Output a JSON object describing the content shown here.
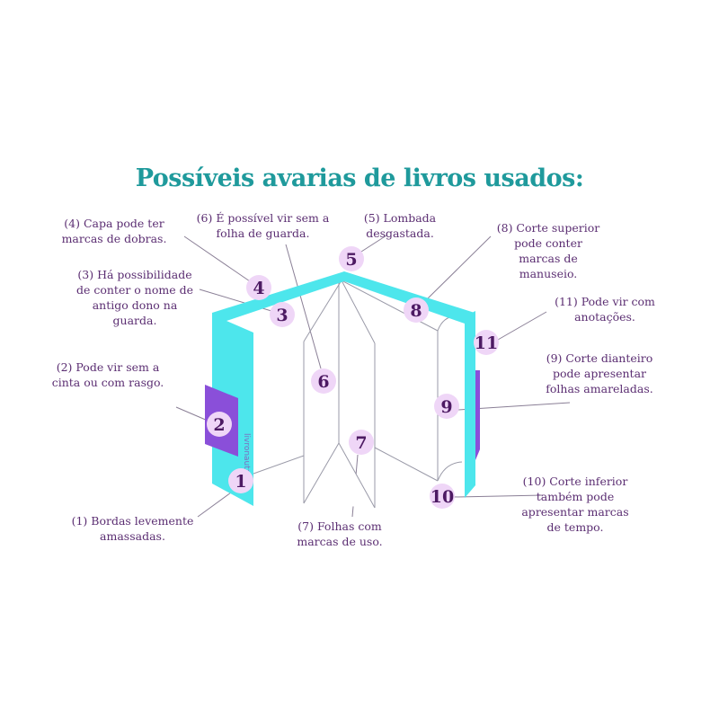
{
  "title": "Possíveis avarias  de  livros usados:",
  "logo_text": "livronauta",
  "colors": {
    "title": "#1f9a9c",
    "text": "#5b2e72",
    "cover": "#4de6ec",
    "band": "#8a4fd9",
    "badge": "#efd6f7",
    "badge_text": "#4d1a63"
  },
  "notes": [
    {
      "id": "1",
      "text": "(1) Bordas levemente\namassadas."
    },
    {
      "id": "2",
      "text": "(2) Pode vir sem a\ncinta ou com rasgo."
    },
    {
      "id": "3",
      "text": "(3) Há possibilidade\nde conter o nome de\nantigo dono na\nguarda."
    },
    {
      "id": "4",
      "text": "(4) Capa pode ter\nmarcas de dobras."
    },
    {
      "id": "5",
      "text": "(5) Lombada\ndesgastada."
    },
    {
      "id": "6",
      "text": "(6) É possível vir sem a\nfolha de guarda."
    },
    {
      "id": "7",
      "text": "(7) Folhas com\nmarcas de uso."
    },
    {
      "id": "8",
      "text": "(8) Corte superior\npode conter\nmarcas de\nmanuseio."
    },
    {
      "id": "9",
      "text": "(9) Corte dianteiro\npode apresentar\nfolhas amareladas."
    },
    {
      "id": "10",
      "text": "(10) Corte inferior\ntambém pode\napresentar marcas\nde tempo."
    },
    {
      "id": "11",
      "text": "(11)  Pode vir com\nanotações."
    }
  ],
  "badges": [
    "1",
    "2",
    "3",
    "4",
    "5",
    "6",
    "7",
    "8",
    "9",
    "10",
    "11"
  ]
}
